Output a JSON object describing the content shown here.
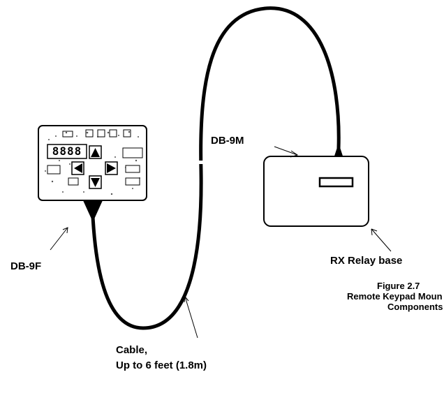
{
  "labels": {
    "db9m": "DB-9M",
    "db9f": "DB-9F",
    "rx_relay_base": "RX Relay base",
    "cable_line1": "Cable,",
    "cable_line2": "Up to 6 feet (1.8m)"
  },
  "figure_caption": {
    "number": "Figure 2.7",
    "line1": "Remote Keypad Moun",
    "line2": "Components"
  },
  "keypad": {
    "display": "8888"
  },
  "colors": {
    "ink": "#000000",
    "paper": "#ffffff"
  }
}
